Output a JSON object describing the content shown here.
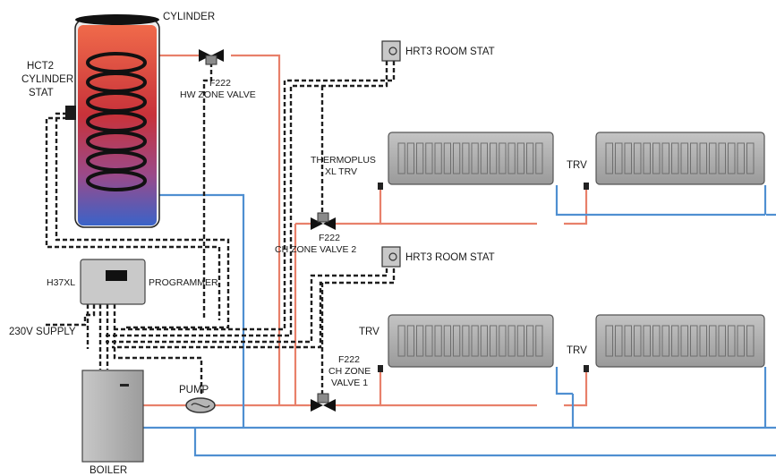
{
  "labels": {
    "cylinder": "CYLINDER",
    "cyl_stat_1": "HCT2",
    "cyl_stat_2": "CYLINDER",
    "cyl_stat_3": "STAT",
    "hw_valve_1": "F222",
    "hw_valve_2": "HW ZONE VALVE",
    "room_stat_top": "HRT3 ROOM STAT",
    "room_stat_mid": "HRT3 ROOM STAT",
    "thermoplus_1": "THERMOPLUS",
    "thermoplus_2": "XL TRV",
    "trv_top": "TRV",
    "ch2_1": "F222",
    "ch2_2": "CH ZONE VALVE 2",
    "programmer_model": "H37XL",
    "programmer": "PROGRAMMER",
    "supply": "230V SUPPLY",
    "trv_bottom_left": "TRV",
    "trv_bottom_right": "TRV",
    "ch1_1": "F222",
    "ch1_2": "CH ZONE",
    "ch1_3": "VALVE 1",
    "pump": "PUMP",
    "boiler": "BOILER"
  },
  "colors": {
    "flow_pipe": "#e8806a",
    "return_pipe": "#4f8fd1",
    "wiring": "#1e1e1e",
    "radiator": "#a9a9a9",
    "cylinder_hot": "#d9342b",
    "cylinder_cool": "#3a63c8"
  },
  "icons": {
    "valve": "zone-valve-icon",
    "pump": "pump-icon",
    "stat": "room-stat-icon",
    "trv": "trv-icon"
  }
}
